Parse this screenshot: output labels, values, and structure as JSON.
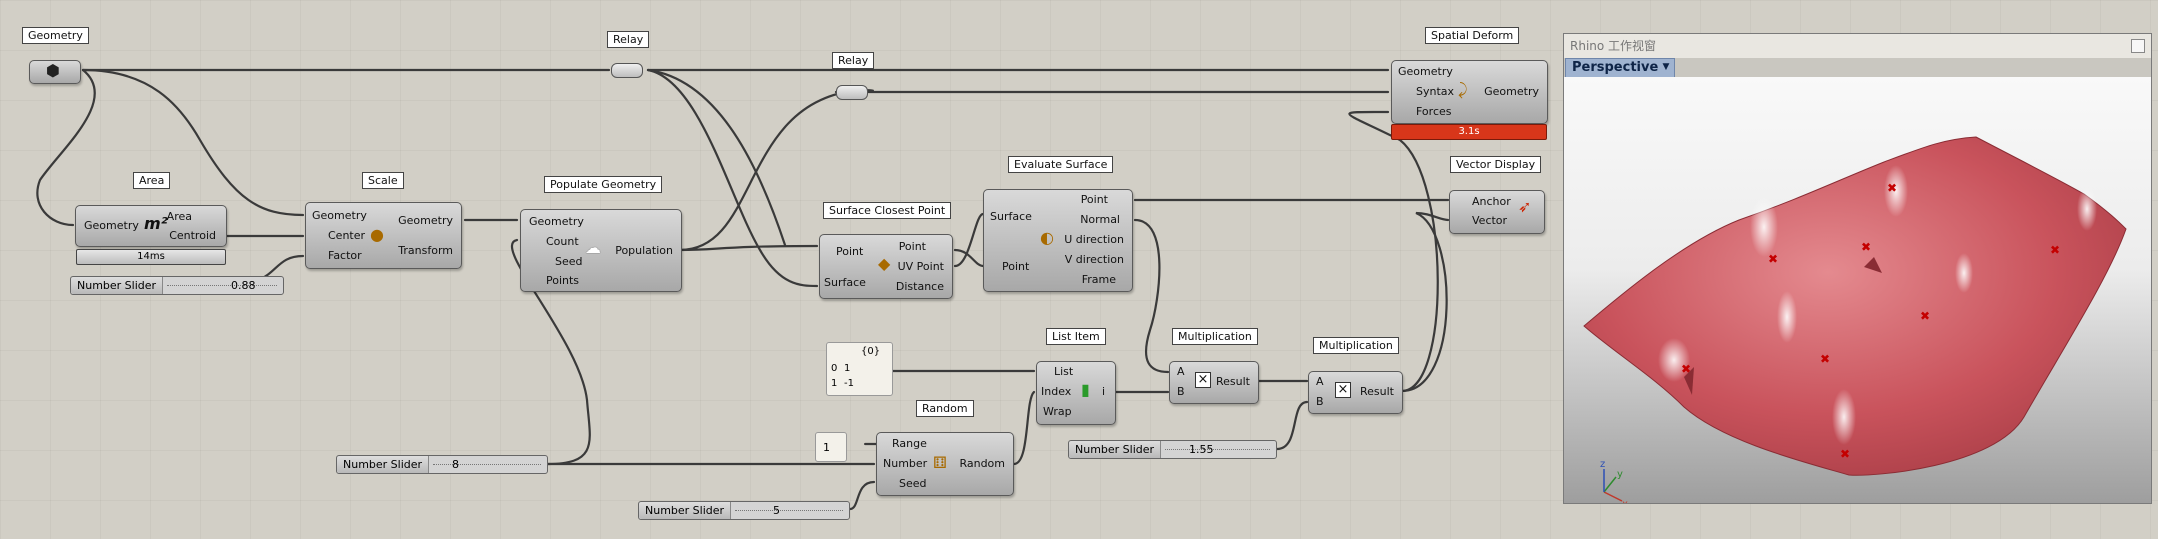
{
  "colors": {
    "canvas": "#d2cfc6",
    "forces_bar": "#d8361a",
    "surface": "#c9535c",
    "marker": "#c40000",
    "tab": "#9fb3d0"
  },
  "nodes": {
    "geometry_param": {
      "title": "Geometry",
      "icon": "hexagon-gear-icon"
    },
    "relay1": {
      "title": "Relay"
    },
    "relay2": {
      "title": "Relay"
    },
    "area": {
      "title": "Area",
      "in_geometry": "Geometry",
      "out_area": "Area",
      "out_centroid": "Centroid",
      "timer": "14ms",
      "icon": "m²"
    },
    "scale": {
      "title": "Scale",
      "in_geometry": "Geometry",
      "in_center": "Center",
      "in_factor": "Factor",
      "out_geometry": "Geometry",
      "out_transform": "Transform"
    },
    "populate": {
      "title": "Populate Geometry",
      "in_geometry": "Geometry",
      "in_count": "Count",
      "in_seed": "Seed",
      "in_points": "Points",
      "out_population": "Population"
    },
    "closest": {
      "title": "Surface Closest Point",
      "in_point": "Point",
      "in_surface": "Surface",
      "out_point": "Point",
      "out_uv": "UV Point",
      "out_distance": "Distance"
    },
    "evaluate": {
      "title": "Evaluate Surface",
      "in_surface": "Surface",
      "in_point": "Point",
      "out_point": "Point",
      "out_normal": "Normal",
      "out_udir": "U direction",
      "out_vdir": "V direction",
      "out_frame": "Frame"
    },
    "deform": {
      "title": "Spatial Deform",
      "in_geometry": "Geometry",
      "in_syntax": "Syntax",
      "in_forces": "Forces",
      "out_geometry": "Geometry",
      "timer": "3.1s"
    },
    "vector_display": {
      "title": "Vector Display",
      "in_anchor": "Anchor",
      "in_vector": "Vector"
    },
    "list_item": {
      "title": "List Item",
      "in_list": "List",
      "in_index": "Index",
      "in_wrap": "Wrap",
      "out_i": "i"
    },
    "mult1": {
      "title": "Multiplication",
      "in_a": "A",
      "in_b": "B",
      "out_result": "Result"
    },
    "mult2": {
      "title": "Multiplication",
      "in_a": "A",
      "in_b": "B",
      "out_result": "Result"
    },
    "random": {
      "title": "Random",
      "in_range": "Range",
      "in_number": "Number",
      "in_seed": "Seed",
      "out_random": "Random"
    },
    "panel_list": {
      "header": "{0}",
      "rows": [
        {
          "index": "0",
          "value": "1"
        },
        {
          "index": "1",
          "value": "-1"
        }
      ]
    },
    "panel_one": {
      "value": "1"
    }
  },
  "sliders": {
    "factor": {
      "label": "Number Slider",
      "value": "0.88"
    },
    "count": {
      "label": "Number Slider",
      "value": "8"
    },
    "seed": {
      "label": "Number Slider",
      "value": "5"
    },
    "mult_b": {
      "label": "Number Slider",
      "value": "1.55"
    }
  },
  "viewport": {
    "window_title": "Rhino 工作视窗",
    "view_name": "Perspective",
    "axes": {
      "x": "x",
      "y": "y",
      "z": "z"
    }
  }
}
